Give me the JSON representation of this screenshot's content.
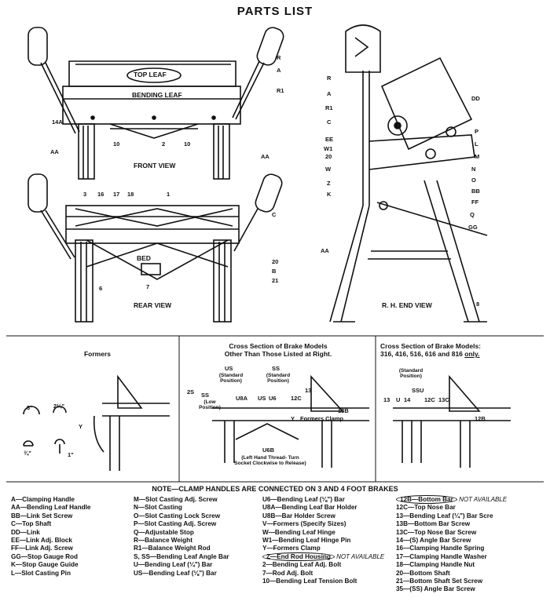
{
  "title": "PARTS LIST",
  "views": {
    "front": "FRONT VIEW",
    "rear": "REAR VIEW",
    "end": "R. H. END VIEW",
    "top_leaf": "TOP LEAF",
    "bending_leaf": "BENDING LEAF",
    "bed": "BED"
  },
  "sections": {
    "formers": "Formers",
    "cross1_line1": "Cross Section of Brake Models",
    "cross1_line2": "Other Than Those Listed at Right.",
    "cross2_line1": "Cross Section of Brake Models:",
    "cross2_line2a": "316, 416, 516, 616 and 816 ",
    "cross2_line2b": "only.",
    "standard_position": "(Standard Position)",
    "low_position": "(Low Position)",
    "formers_clamp": "Formers Clamp",
    "u6b_note": "(Left Hand Thread- Turn Socket Clockwise to Release)"
  },
  "callouts": {
    "front": [
      "R",
      "A",
      "R1",
      "14A",
      "AA",
      "10",
      "2",
      "10",
      "AA"
    ],
    "rear": [
      "3",
      "16",
      "17",
      "18",
      "1",
      "C",
      "20",
      "B",
      "21",
      "6",
      "7"
    ],
    "end": [
      "R",
      "A",
      "R1",
      "C",
      "EE",
      "W1",
      "20",
      "W",
      "Z",
      "K",
      "AA",
      "DD",
      "P",
      "L",
      "M",
      "N",
      "O",
      "BB",
      "FF",
      "Q",
      "GG",
      "8"
    ],
    "formers": [
      "3\"",
      "2¼\"",
      "¾\"",
      "1\"",
      "Y"
    ],
    "cross1": [
      "US",
      "SS",
      "2S",
      "SS",
      "U8A",
      "US",
      "U6",
      "12C",
      "13",
      "13B",
      "U6B",
      "Y"
    ],
    "cross2": [
      "SS",
      "U",
      "13",
      "U",
      "14",
      "12C",
      "13C",
      "12B"
    ]
  },
  "note": "NOTE—CLAMP HANDLES ARE CONNECTED ON 3 AND 4 FOOT BRAKES",
  "parts": {
    "col1": [
      "A—Clamping Handle",
      "AA—Bending Leaf Handle",
      "BB—Link Set Screw",
      "C—Top Shaft",
      "DD—Link",
      "EE—Link Adj. Block",
      "FF—Link Adj. Screw",
      "GG—Stop Gauge Rod",
      "K—Stop Gauge Guide",
      "L—Slot Casting Pin"
    ],
    "col2": [
      "M—Slot Casting Adj. Screw",
      "N—Slot Casting",
      "O—Slot Casting Lock Screw",
      "P—Slot Casting Adj. Screw",
      "Q—Adjustable Stop",
      "R—Balance Weight",
      "R1—Balance Weight Rod",
      "S, SS—Bending Leaf Angle Bar",
      "U—Bending Leaf (¼\") Bar",
      "US—Bending Leaf (⅛\") Bar"
    ],
    "col3": [
      "U6—Bending Leaf (⅛\") Bar",
      "U8A—Bending Leaf Bar Holder",
      "U8B—Bar Holder Screw",
      "V—Formers (Specify Sizes)",
      "W—Bending Leaf Hinge",
      "W1—Bending Leaf Hinge Pin",
      "Y—Formers Clamp",
      "Z—End Rod Housing",
      "2—Bending Leaf Adj. Bolt",
      "7—Rod Adj. Bolt",
      "10—Bending Leaf Tension Bolt"
    ],
    "col4": [
      "12B—Bottom Bar",
      "12C—Top Nose Bar",
      "13—Bending Leaf (¼\") Bar Scre",
      "13B—Bottom Bar Screw",
      "13C—Top Nose Bar Screw",
      "14—(S) Angle Bar Screw",
      "16—Clamping Handle Spring",
      "17—Clamping Handle Washer",
      "18—Clamping Handle Nut",
      "20—Bottom Shaft",
      "21—Bottom Shaft Set Screw",
      "35—(SS) Angle Bar Screw"
    ]
  },
  "handwritten": {
    "not_available_1": "NOT AVAILABLE",
    "not_available_2": "NOT AVAILABLE"
  }
}
